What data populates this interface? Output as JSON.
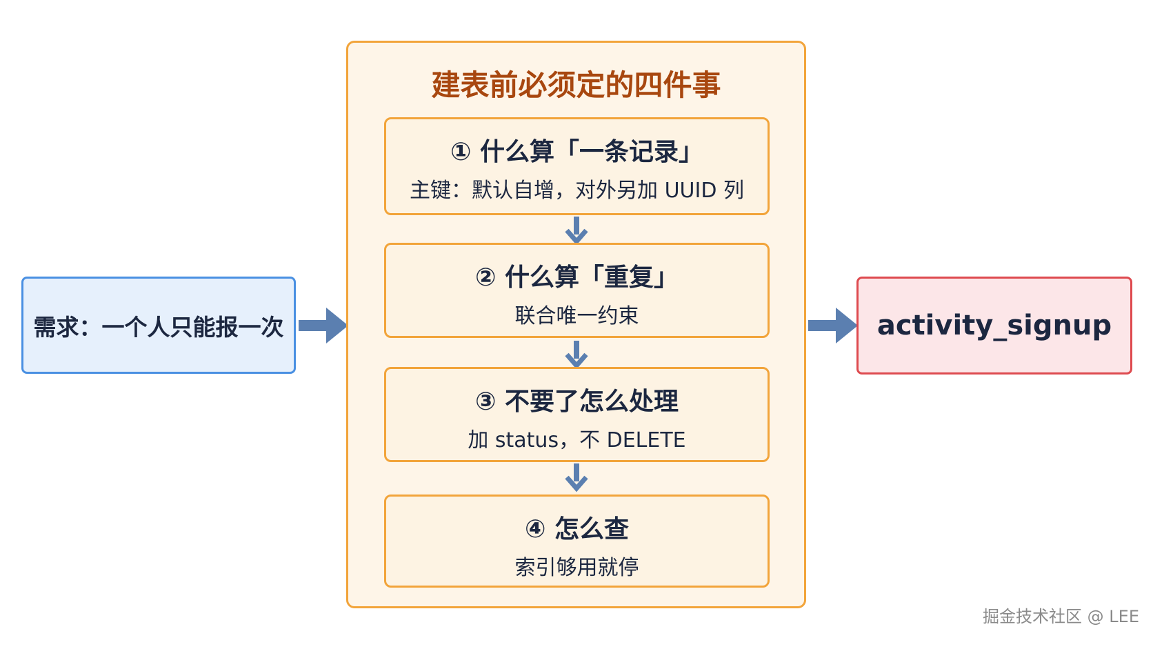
{
  "requirement": {
    "text": "需求：一个人只能报一次"
  },
  "panel": {
    "title": "建表前必须定的四件事",
    "steps": [
      {
        "title": "① 什么算「一条记录」",
        "desc": "主键：默认自增，对外另加 UUID 列"
      },
      {
        "title": "② 什么算「重复」",
        "desc": "联合唯一约束"
      },
      {
        "title": "③ 不要了怎么处理",
        "desc": "加 status，不 DELETE"
      },
      {
        "title": "④ 怎么查",
        "desc": "索引够用就停"
      }
    ]
  },
  "result": {
    "table_name": "activity_signup"
  },
  "watermark": "掘金技术社区 @ LEE",
  "colors": {
    "left_fill": "#e6f0fc",
    "left_border": "#4a90e2",
    "right_fill": "#fce6e8",
    "right_border": "#de4a4f",
    "panel_fill": "#fef5e8",
    "panel_border": "#f2a43a",
    "title_color": "#a8470f",
    "arrow_color": "#5b7fb0"
  }
}
